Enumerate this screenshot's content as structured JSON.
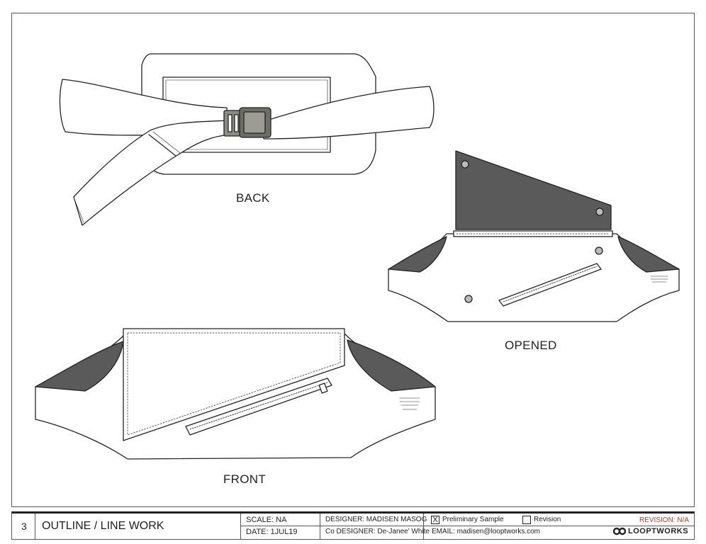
{
  "views": {
    "back_label": "BACK",
    "opened_label": "OPENED",
    "front_label": "FRONT"
  },
  "title_block": {
    "page_number": "3",
    "sheet_title": "OUTLINE / LINE WORK",
    "scale": "SCALE: NA",
    "date": "DATE: 1JUL19",
    "designer": "DESIGNER: MADISEN MASOG",
    "co_designer": "Co DESIGNER: De-Janee' White",
    "preliminary_mark": "X",
    "preliminary_label": "Preliminary Sample",
    "revision_label": "Revision",
    "email": "EMAIL:  madisen@looptworks.com",
    "revision_status": "REVISION:  N/A",
    "brand": "LOOPTWORKS"
  },
  "colors": {
    "line": "#222222",
    "panel_fill": "#5a5a5a",
    "revision_red": "#c0392b",
    "buckle": "#7a7a72"
  }
}
